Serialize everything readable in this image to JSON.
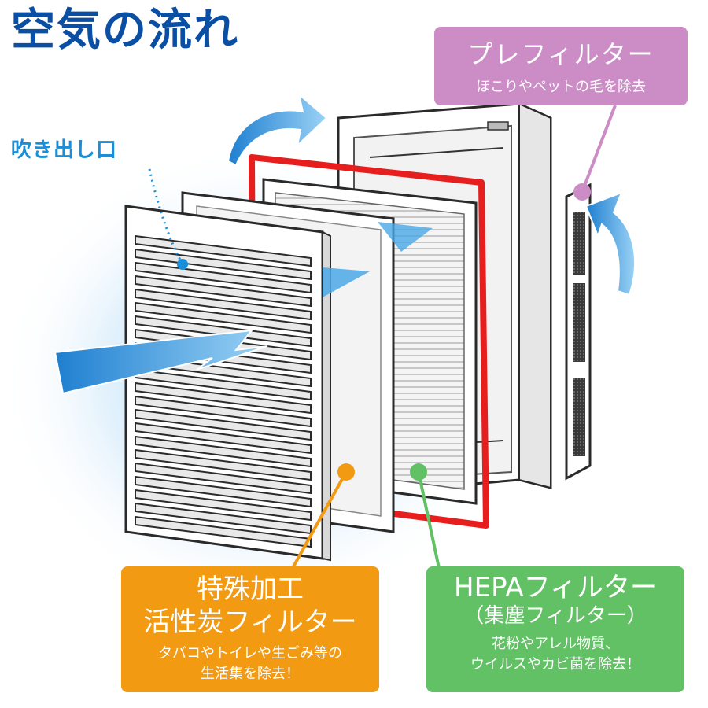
{
  "title": "空気の流れ",
  "outlet_label": "吹き出し口",
  "prefilter": {
    "title": "プレフィルター",
    "desc": "ほこりやペットの毛を除去",
    "color": "#cc8cc6"
  },
  "carbon_filter": {
    "title_line1": "特殊加工",
    "title_line2": "活性炭フィルター",
    "desc_line1": "タバコやトイレや生ごみ等の",
    "desc_line2": "生活集を除去！",
    "color": "#f19a12"
  },
  "hepa_filter": {
    "title": "HEPAフィルター",
    "subtitle": "（集塵フィルター）",
    "desc_line1": "花粉やアレル物質、",
    "desc_line2": "ウイルスやカビ菌を除去！",
    "color": "#62c065"
  },
  "colors": {
    "title": "#0a4fa3",
    "outlet": "#1a8ed6",
    "highlight_frame": "#e61e1e",
    "airflow": "#3d9be0"
  },
  "icons": [
    "airflow-arrow-icon",
    "grille-icon"
  ]
}
